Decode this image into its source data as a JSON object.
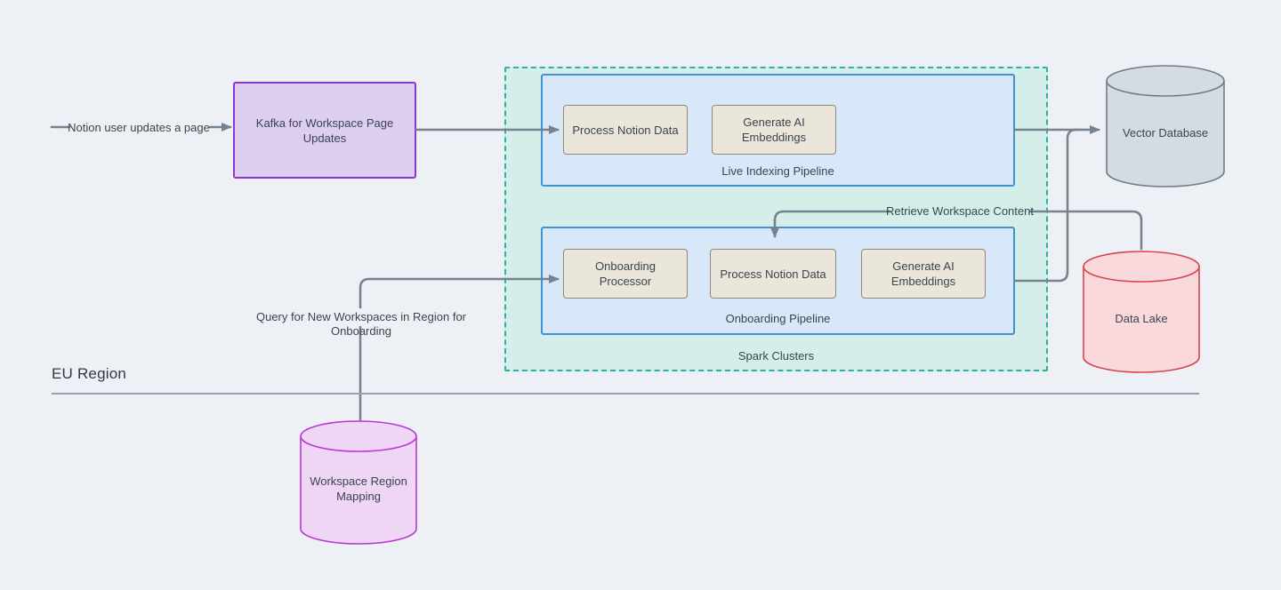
{
  "region": {
    "label": "EU Region"
  },
  "nodes": {
    "kafka": {
      "label": "Kafka for Workspace Page\nUpdates"
    },
    "spark": {
      "label": "Spark Clusters"
    },
    "live_pipeline": {
      "label": "Live Indexing Pipeline",
      "process": "Process Notion Data",
      "embed": "Generate AI\nEmbeddings"
    },
    "onboarding_pipeline": {
      "label": "Onboarding Pipeline",
      "processor": "Onboarding\nProcessor",
      "process": "Process Notion Data",
      "embed": "Generate AI\nEmbeddings"
    },
    "vector_db": {
      "label": "Vector Database"
    },
    "data_lake": {
      "label": "Data Lake"
    },
    "region_mapping": {
      "label": "Workspace Region\nMapping"
    }
  },
  "edges": {
    "notion_update": {
      "label": "Notion user updates a page"
    },
    "query_onboarding": {
      "label": "Query for New Workspaces in Region for Onboarding"
    },
    "retrieve_content": {
      "label": "Retrieve Workspace Content"
    }
  },
  "colors": {
    "background": "#edf1f5",
    "wire": "#76828e",
    "text": "#3a4450",
    "kafka_fill": "#ddcdf1",
    "kafka_border": "#8f35cf",
    "spark_fill": "#d5eeea",
    "spark_border": "#2bb0a3",
    "pipeline_fill": "#d8e8f8",
    "pipeline_border": "#4191d7",
    "node_fill": "#eae6da",
    "node_border": "#8e897b",
    "vector_db_fill": "#d4dbe3",
    "vector_db_border": "#6f7b88",
    "data_lake_fill": "#f9d9dc",
    "data_lake_border": "#d64450",
    "region_mapping_fill": "#eed6f4",
    "region_mapping_border": "#bc35d6"
  }
}
